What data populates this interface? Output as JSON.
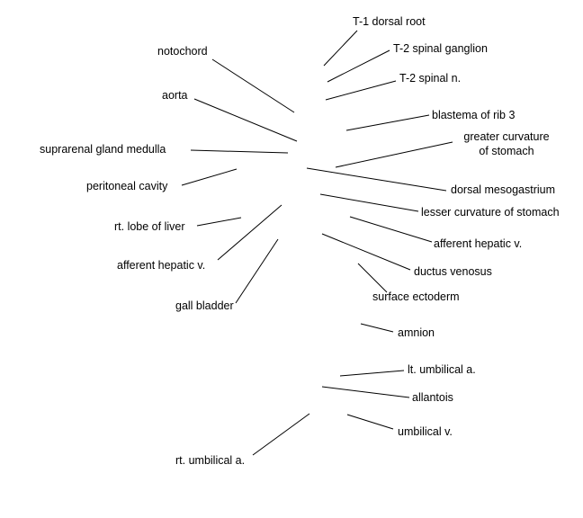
{
  "labels": {
    "t1_dorsal_root": "T-1 dorsal root",
    "t2_spinal_ganglion": "T-2 spinal ganglion",
    "t2_spinal_n": "T-2 spinal n.",
    "notochord": "notochord",
    "aorta": "aorta",
    "blastema_rib3": "blastema of rib 3",
    "greater_curvature_line1": "greater curvature",
    "greater_curvature_line2": "of stomach",
    "suprarenal_gland_medulla": "suprarenal gland medulla",
    "peritoneal_cavity": "peritoneal cavity",
    "dorsal_mesogastrium": "dorsal mesogastrium",
    "lesser_curvature": "lesser curvature of stomach",
    "rt_lobe_liver": "rt. lobe of liver",
    "afferent_hepatic_v_right": "afferent hepatic v.",
    "afferent_hepatic_v_left": "afferent hepatic v.",
    "ductus_venosus": "ductus venosus",
    "gall_bladder": "gall bladder",
    "surface_ectoderm": "surface ectoderm",
    "amnion": "amnion",
    "lt_umbilical_a": "lt. umbilical a.",
    "allantois": "allantois",
    "umbilical_v": "umbilical v.",
    "rt_umbilical_a": "rt. umbilical a."
  },
  "colors": {
    "background": "#ffffff",
    "text": "#000000",
    "leader_line": "#000000"
  }
}
